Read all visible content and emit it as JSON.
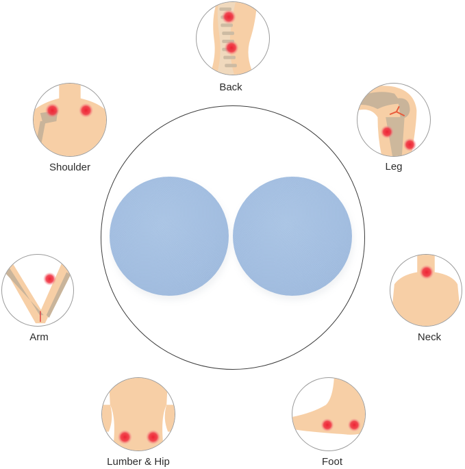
{
  "product": {
    "name": "massage-ball-pair",
    "ball_color": "#a6c1e3",
    "ball_count": 2
  },
  "colors": {
    "skin": "#f7cfa6",
    "bone": "#c9b49a",
    "pain_point": "#ee2b3b",
    "outline": "#9a9a9a",
    "text": "#2b2b2b"
  },
  "body_areas": [
    {
      "id": "back",
      "label": "Back"
    },
    {
      "id": "shoulder",
      "label": "Shoulder"
    },
    {
      "id": "leg",
      "label": "Leg"
    },
    {
      "id": "arm",
      "label": "Arm"
    },
    {
      "id": "neck",
      "label": "Neck"
    },
    {
      "id": "lumber-hip",
      "label": "Lumber & Hip"
    },
    {
      "id": "foot",
      "label": "Foot"
    }
  ]
}
